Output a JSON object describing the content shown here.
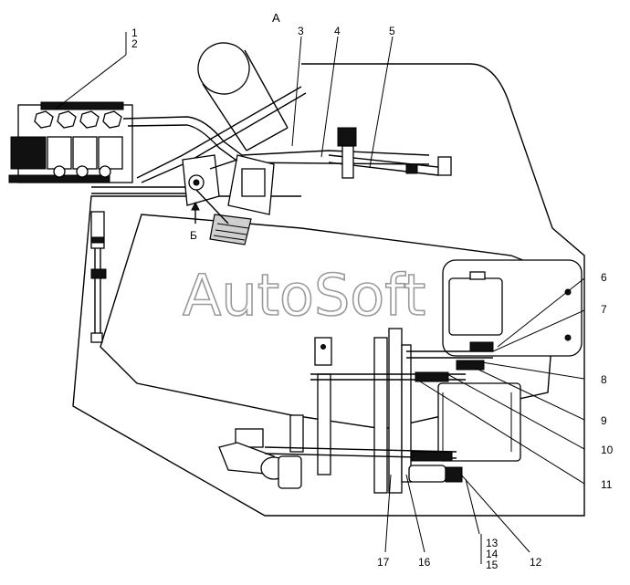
{
  "view_label": "А",
  "arrow_label": "Б",
  "watermark": "AutoSoft",
  "callouts": {
    "top_left": [
      "1",
      "2"
    ],
    "top": [
      "3",
      "4",
      "5"
    ],
    "right": [
      "6",
      "7",
      "8",
      "9",
      "10",
      "11",
      "12"
    ],
    "bottom": [
      "17",
      "16"
    ],
    "bottom_group": [
      "13",
      "14",
      "15"
    ]
  }
}
